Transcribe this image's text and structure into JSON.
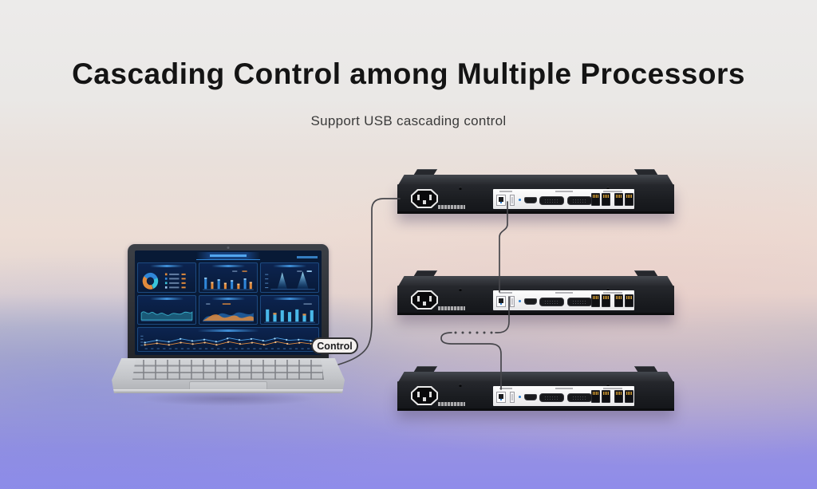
{
  "header": {
    "title": "Cascading Control among Multiple Processors",
    "subtitle": "Support USB cascading control"
  },
  "control_badge": {
    "label": "Control"
  },
  "laptop": {
    "name": "control-laptop",
    "dashboard_panels": [
      "donut-chart",
      "grouped-bar-chart",
      "peak-chart",
      "area-chart",
      "stacked-wave-chart",
      "bar-chart",
      "timeline-line-chart"
    ]
  },
  "processors": {
    "count": 3,
    "items": [
      {
        "name": "processor-1"
      },
      {
        "name": "processor-2"
      },
      {
        "name": "processor-3"
      }
    ],
    "rear_ports": [
      "power-inlet",
      "usb-b-port",
      "usb-a-port",
      "status-led",
      "hdmi-port",
      "dvi-port",
      "dvi-port",
      "ethernet-port",
      "ethernet-port",
      "ethernet-port",
      "ethernet-port"
    ]
  },
  "connections": {
    "type": "usb-cascade",
    "segments": [
      "laptop-to-processor-1",
      "processor-1-to-processor-2",
      "processor-2-to-processor-3-dotted-continuation"
    ]
  },
  "colors": {
    "accent_blue": "#2f86d8",
    "accent_orange": "#e08a3c",
    "accent_teal": "#38c4da",
    "screen_bg": "#081a36",
    "panel_border": "#1d4a80",
    "cable": "#46464b",
    "bg_top": "#ecebea",
    "bg_pink": "#ecddd5",
    "bg_bottom": "#8f8cea"
  }
}
